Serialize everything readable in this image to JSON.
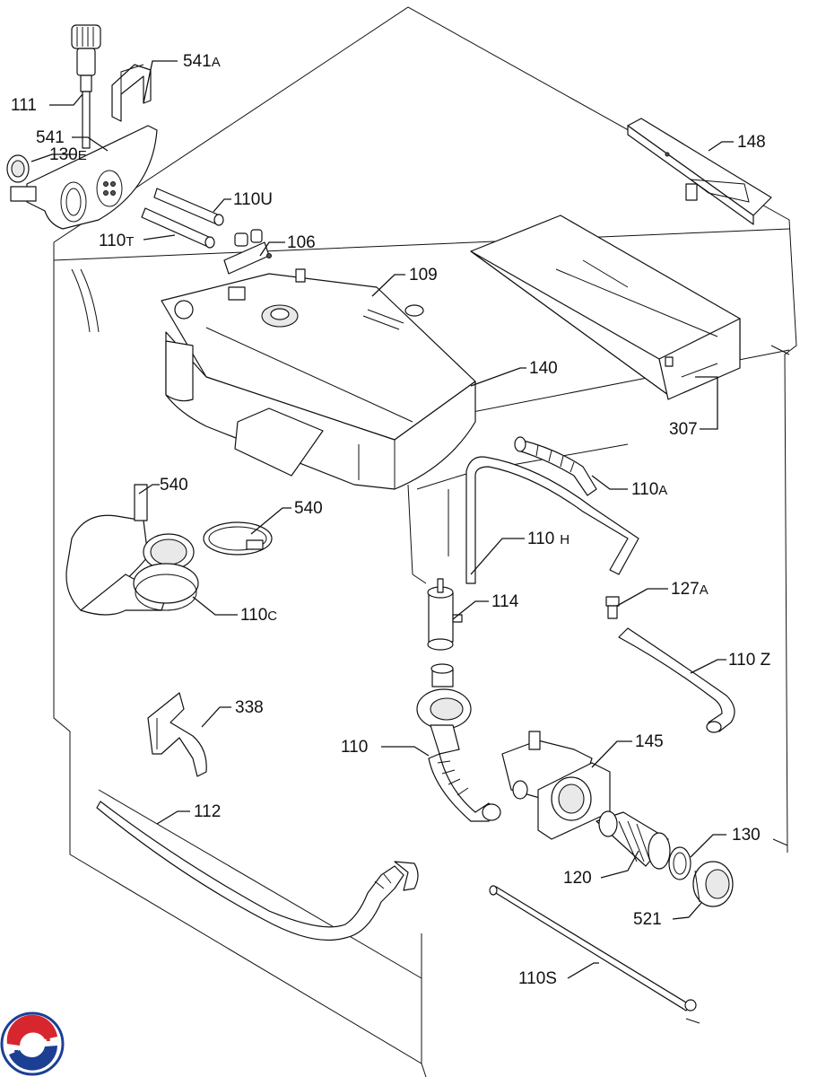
{
  "labels": {
    "p111": "111",
    "p541a": "541",
    "p541a_sfx": "A",
    "p541": "541",
    "p130e": "130",
    "p130e_sfx": "E",
    "p110u": "110U",
    "p110t": "110",
    "p110t_sfx": "T",
    "p106": "106",
    "p109": "109",
    "p148": "148",
    "p140": "140",
    "p307": "307",
    "p110a": "110",
    "p110a_sfx": "A",
    "p540a": "540",
    "p540b": "540",
    "p110h": "110",
    "p110h_sfx": "H",
    "p114": "114",
    "p127a": "127",
    "p127a_sfx": "A",
    "p110c": "110",
    "p110c_sfx": "C",
    "p110z": "110 Z",
    "p338": "338",
    "p110": "110",
    "p145": "145",
    "p112": "112",
    "p130": "130",
    "p120": "120",
    "p521": "521",
    "p110s": "110S"
  },
  "colors": {
    "line": "#111111",
    "logo_blue": "#1c3f94",
    "logo_red": "#d8262e"
  },
  "icons": {
    "logo": "brand-logo-icon"
  }
}
